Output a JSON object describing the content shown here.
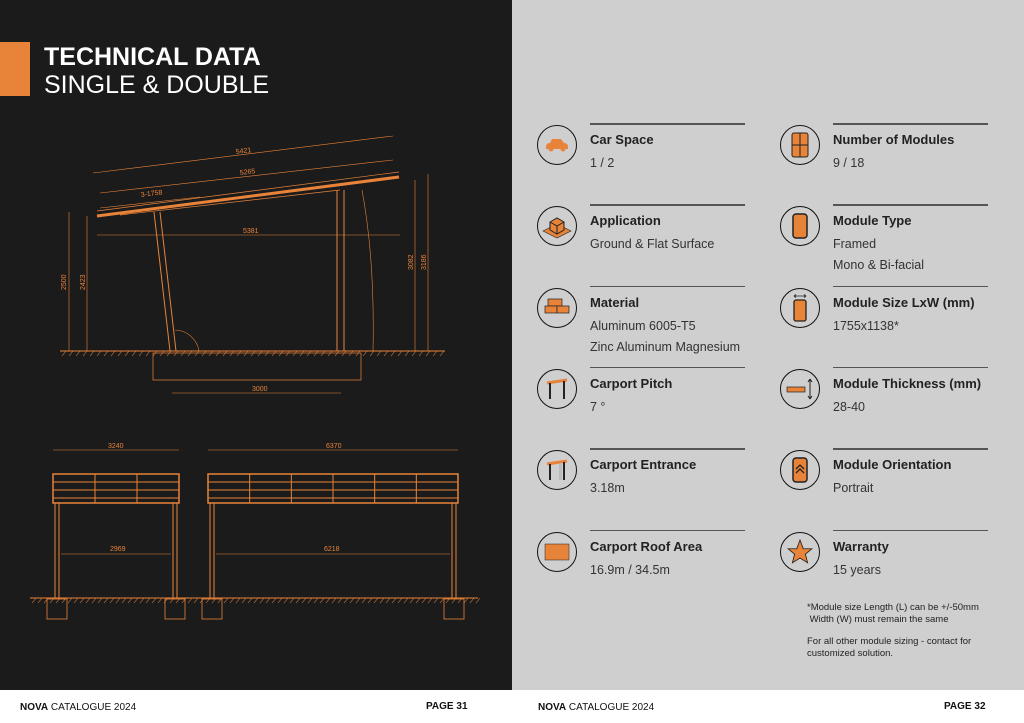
{
  "title": {
    "line1": "TECHNICAL DATA",
    "line2": "SINGLE & DOUBLE"
  },
  "colors": {
    "accent": "#e8833a",
    "dark_panel": "#1b1b1b",
    "light_panel": "#cfcfcf"
  },
  "drawing": {
    "side_view": {
      "d1": "5421",
      "d2": "5265",
      "d3": "3-1758",
      "d4": "5381",
      "h1": "2500",
      "h2": "2423",
      "h3": "3082",
      "h4": "3186",
      "base": "3000"
    },
    "front_single": {
      "width": "3240",
      "inner": "2969"
    },
    "front_double": {
      "width": "6370",
      "inner": "6218"
    }
  },
  "specs": [
    {
      "label": "Car Space",
      "values": [
        "1 / 2"
      ],
      "icon": "car-icon"
    },
    {
      "label": "Number of Modules",
      "values": [
        "9 / 18"
      ],
      "icon": "modules-grid-icon"
    },
    {
      "label": "Application",
      "values": [
        "Ground & Flat Surface"
      ],
      "icon": "ground-box-icon"
    },
    {
      "label": "Module Type",
      "values": [
        "Framed",
        "Mono & Bi-facial"
      ],
      "icon": "module-panel-icon"
    },
    {
      "label": "Material",
      "values": [
        "Aluminum 6005-T5",
        "Zinc Aluminum Magnesium"
      ],
      "icon": "material-bars-icon"
    },
    {
      "label": "Module Size LxW (mm)",
      "values": [
        "1755x1138*"
      ],
      "icon": "module-size-icon"
    },
    {
      "label": "Carport Pitch",
      "values": [
        "7 °"
      ],
      "icon": "carport-pitch-icon"
    },
    {
      "label": "Module Thickness (mm)",
      "values": [
        "28-40"
      ],
      "icon": "module-thickness-icon"
    },
    {
      "label": "Carport Entrance",
      "values": [
        "3.18m"
      ],
      "icon": "carport-entrance-icon"
    },
    {
      "label": "Module Orientation",
      "values": [
        "Portrait"
      ],
      "icon": "module-orientation-icon"
    },
    {
      "label": "Carport Roof Area",
      "values": [
        "16.9m / 34.5m"
      ],
      "icon": "roof-area-icon"
    },
    {
      "label": "Warranty",
      "values": [
        "15 years"
      ],
      "icon": "star-icon"
    }
  ],
  "note": {
    "line1": "*Module size Length (L) can be +/-50mm",
    "line2": " Width (W) must remain the same",
    "line3": "For all other module sizing - contact for",
    "line4": "customized solution."
  },
  "footer": {
    "brand": "NOVA",
    "catalogue": " CATALOGUE 2024",
    "page_left": "PAGE 31",
    "page_right": "PAGE 32"
  }
}
